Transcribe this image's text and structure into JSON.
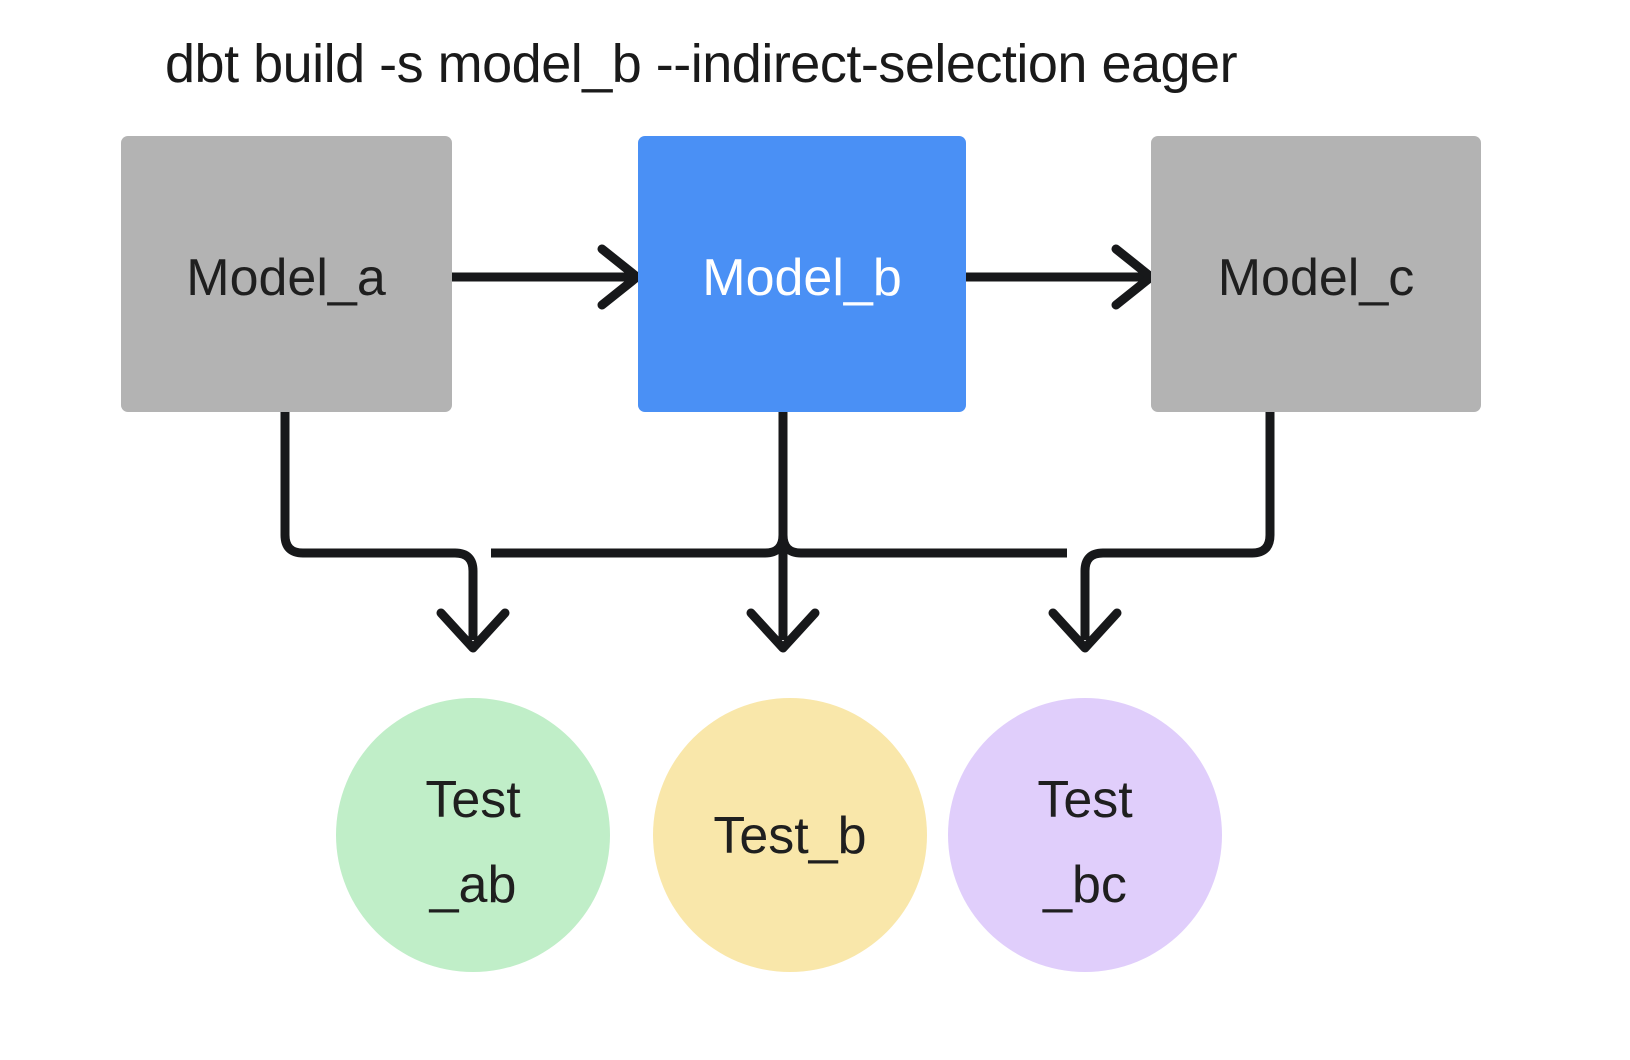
{
  "title": "dbt build -s model_b --indirect-selection eager",
  "colors": {
    "background": "#ffffff",
    "model_default": "#b3b3b3",
    "model_selected": "#4a90f5",
    "test_ab": "#c0eec8",
    "test_b": "#f9e7aa",
    "test_bc": "#e0cefb",
    "edge": "#17181a",
    "text_dark": "#1f1f1f",
    "text_light": "#ffffff"
  },
  "models": [
    {
      "id": "model_a",
      "label": "Model_a",
      "state": "unselected",
      "fill": "#b3b3b3",
      "text_color": "#1f1f1f"
    },
    {
      "id": "model_b",
      "label": "Model_b",
      "state": "selected",
      "fill": "#4a90f5",
      "text_color": "#ffffff"
    },
    {
      "id": "model_c",
      "label": "Model_c",
      "state": "unselected",
      "fill": "#b3b3b3",
      "text_color": "#1f1f1f"
    }
  ],
  "tests": [
    {
      "id": "test_ab",
      "label": "Test_ab",
      "line1": "Test",
      "line2": "_ab",
      "fill": "#c0eec8"
    },
    {
      "id": "test_b",
      "label": "Test_b",
      "line1": "Test_b",
      "line2": "",
      "fill": "#f9e7aa"
    },
    {
      "id": "test_bc",
      "label": "Test_bc",
      "line1": "Test",
      "line2": "_bc",
      "fill": "#e0cefb"
    }
  ],
  "edges": [
    {
      "from": "model_a",
      "to": "model_b"
    },
    {
      "from": "model_b",
      "to": "model_c"
    },
    {
      "from": "model_a",
      "to": "test_ab"
    },
    {
      "from": "model_b",
      "to": "test_ab"
    },
    {
      "from": "model_b",
      "to": "test_b"
    },
    {
      "from": "model_b",
      "to": "test_bc"
    },
    {
      "from": "model_c",
      "to": "test_bc"
    }
  ]
}
